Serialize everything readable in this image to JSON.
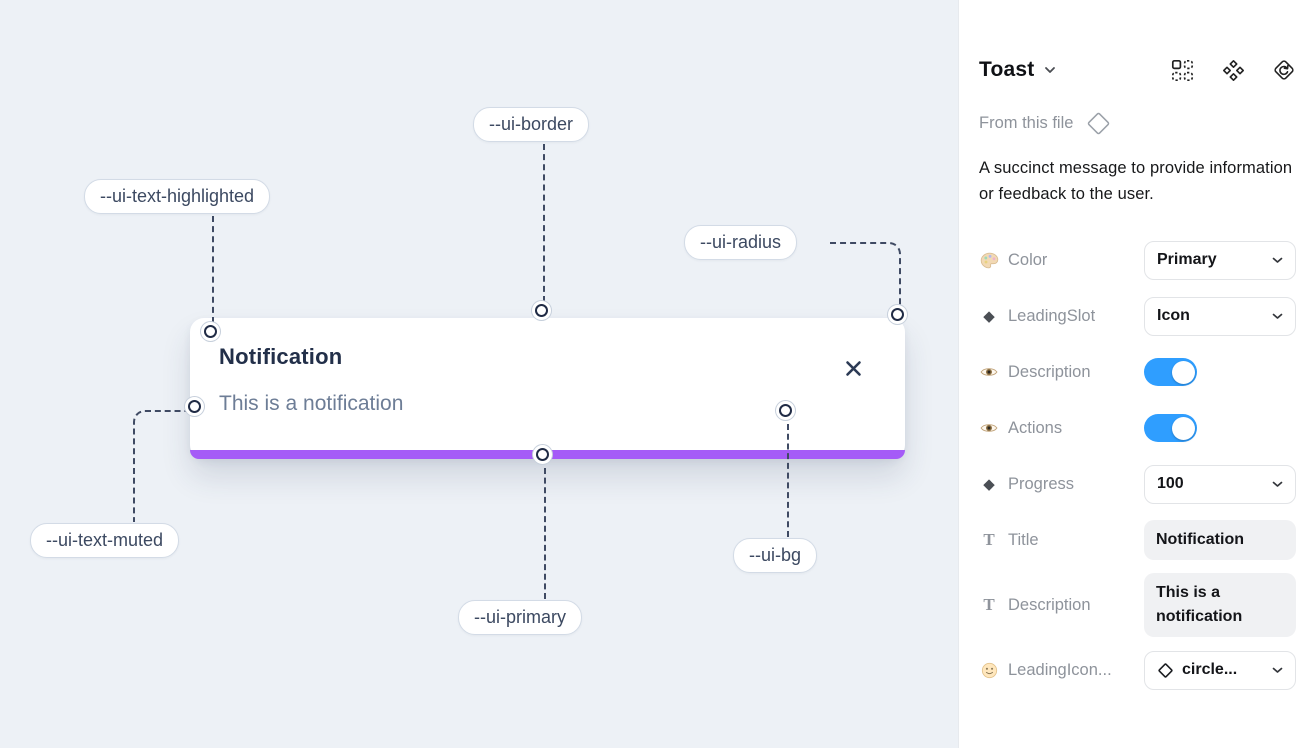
{
  "canvas": {
    "toast": {
      "title": "Notification",
      "description": "This is a notification"
    },
    "tokens": {
      "border": "--ui-border",
      "text_highlighted": "--ui-text-highlighted",
      "radius": "--ui-radius",
      "text_muted": "--ui-text-muted",
      "primary": "--ui-primary",
      "bg": "--ui-bg"
    }
  },
  "panel": {
    "title": "Toast",
    "source_label": "From this file",
    "description": "A succinct message to provide information or feedback to the user.",
    "rows": [
      {
        "label": "Color",
        "value": "Primary",
        "control": "dropdown"
      },
      {
        "label": "LeadingSlot",
        "value": "Icon",
        "control": "dropdown"
      },
      {
        "label": "Description",
        "value": "on",
        "control": "toggle"
      },
      {
        "label": "Actions",
        "value": "on",
        "control": "toggle"
      },
      {
        "label": "Progress",
        "value": "100",
        "control": "dropdown"
      },
      {
        "label": "Title",
        "value": "Notification",
        "control": "text-field"
      },
      {
        "label": "Description",
        "value": "This is a notification",
        "control": "text-field"
      },
      {
        "label": "LeadingIcon...",
        "value": "circle...",
        "control": "icon-dropdown"
      }
    ]
  },
  "colors": {
    "canvas_bg": "#edf1f6",
    "progress_bar": "#a55bf7",
    "toggle_on": "#2f9eff",
    "token_line": "#3f4a63"
  }
}
